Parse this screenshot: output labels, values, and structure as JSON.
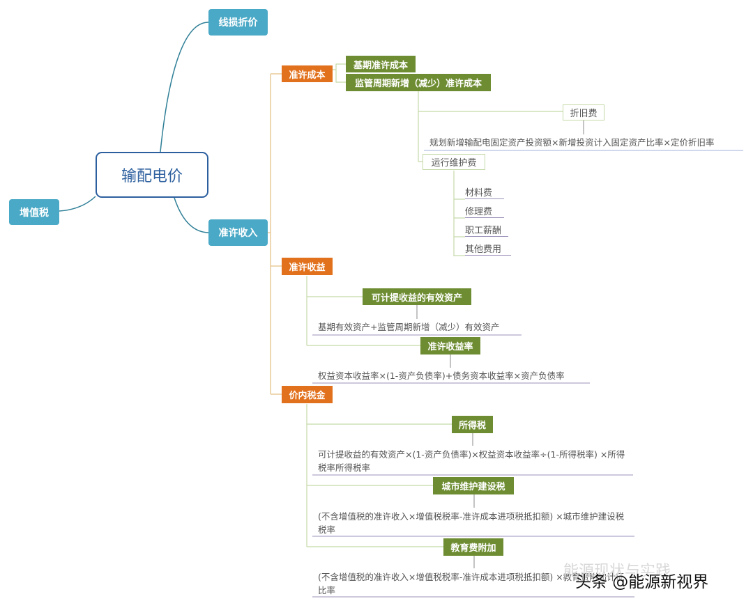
{
  "root": "输配电价",
  "branches": {
    "line_loss": "线损折价",
    "vat": "增值税",
    "allowed_revenue": "准许收入"
  },
  "allowed_cost": {
    "label": "准许成本",
    "base": "基期准许成本",
    "new": "监管周期新增（减少）准许成本",
    "depreciation": "折旧费",
    "depreciation_formula": "规划新增输配电固定资产投资额×新增投资计入固定资产比率×定价折旧率",
    "operation": "运行维护费",
    "operation_items": [
      "材料费",
      "修理费",
      "职工薪酬",
      "其他费用"
    ]
  },
  "allowed_return": {
    "label": "准许收益",
    "effective_assets": "可计提收益的有效资产",
    "effective_assets_formula": "基期有效资产+监管周期新增（减少）有效资产",
    "rate": "准许收益率",
    "rate_formula": "权益资本收益率×(1-资产负债率)+债务资本收益率×资产负债率"
  },
  "tax": {
    "label": "价内税金",
    "income_tax": "所得税",
    "income_tax_formula": "可计提收益的有效资产×(1-资产负债率)×权益资本收益率÷(1-所得税率) ×所得税率所得税率",
    "city_tax": "城市维护建设税",
    "city_tax_formula": "(不含增值税的准许收入×增值税税率-准许成本进项税抵扣额) ×城市维护建设税税率",
    "edu_tax": "教育费附加",
    "edu_tax_formula": "(不含增值税的准许收入×增值税税率-准许成本进项税抵扣额) ×教育费附加计征比率"
  },
  "watermark": {
    "main": "头条 @能源新视界",
    "faint": "能源现状与实践"
  },
  "colors": {
    "root_border": "#2c5f9e",
    "teal": "#4aa9c6",
    "orange": "#e2711d",
    "green": "#6e8d32",
    "connector": "#e4c48a",
    "sub_connector": "#c4d9a8"
  }
}
